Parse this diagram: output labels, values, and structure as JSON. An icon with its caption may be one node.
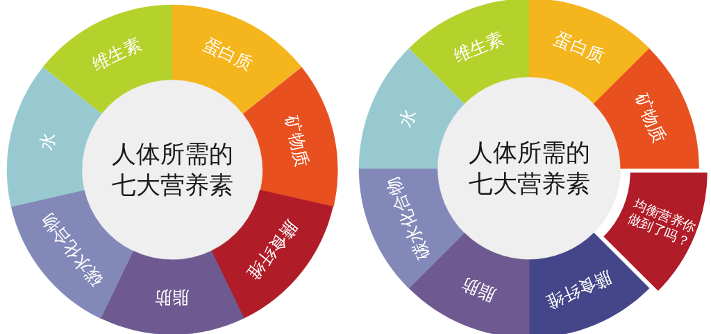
{
  "diagram": {
    "nodes": [
      {
        "text": [
          "人体所需的七大营养素"
        ]
      },
      {
        "text": [
          "维生素"
        ]
      },
      {
        "text": [
          "蛋白质"
        ]
      },
      {
        "text": [
          "矿物质"
        ]
      },
      {
        "text": [
          "膳食纤维"
        ]
      },
      {
        "text": [
          "脂肪"
        ]
      },
      {
        "text": [
          "碳水化合物"
        ]
      },
      {
        "text": [
          "水"
        ]
      },
      {
        "text": [
          "人体所需的七大营养素"
        ]
      },
      {
        "text": [
          "维生素"
        ]
      },
      {
        "text": [
          "蛋白质"
        ]
      },
      {
        "text": [
          "矿物质"
        ]
      },
      {
        "text": [
          "均衡营养你做到了吗？"
        ]
      },
      {
        "text": [
          "膳食纤维"
        ]
      },
      {
        "text": [
          "脂肪"
        ]
      },
      {
        "text": [
          "碳水化合物"
        ]
      },
      {
        "text": [
          "水"
        ]
      }
    ]
  }
}
